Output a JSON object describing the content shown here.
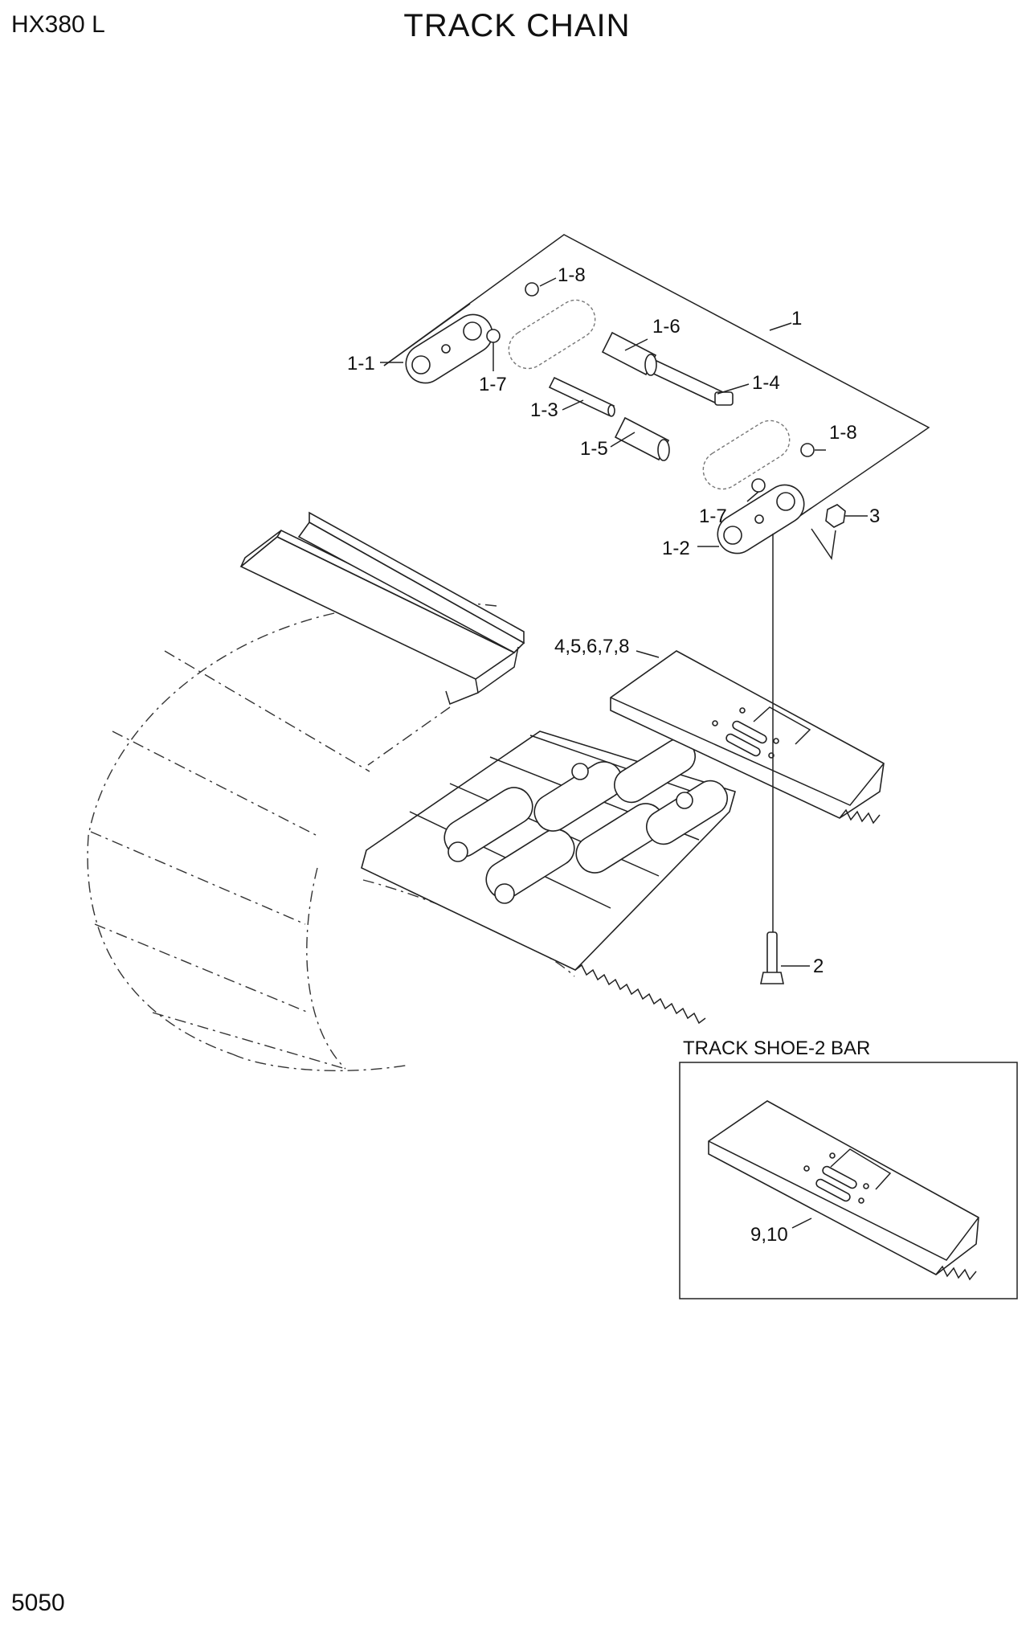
{
  "header": {
    "model": "HX380 L",
    "title": "TRACK CHAIN"
  },
  "footer": {
    "page_number": "5050"
  },
  "callouts": {
    "c1": "1",
    "c1_1": "1-1",
    "c1_2": "1-2",
    "c1_3": "1-3",
    "c1_4": "1-4",
    "c1_5": "1-5",
    "c1_6": "1-6",
    "c1_7a": "1-7",
    "c1_7b": "1-7",
    "c1_8a": "1-8",
    "c1_8b": "1-8",
    "c2": "2",
    "c3": "3",
    "c4_8": "4,5,6,7,8",
    "c9_10": "9,10"
  },
  "inset": {
    "title": "TRACK SHOE-2 BAR"
  }
}
